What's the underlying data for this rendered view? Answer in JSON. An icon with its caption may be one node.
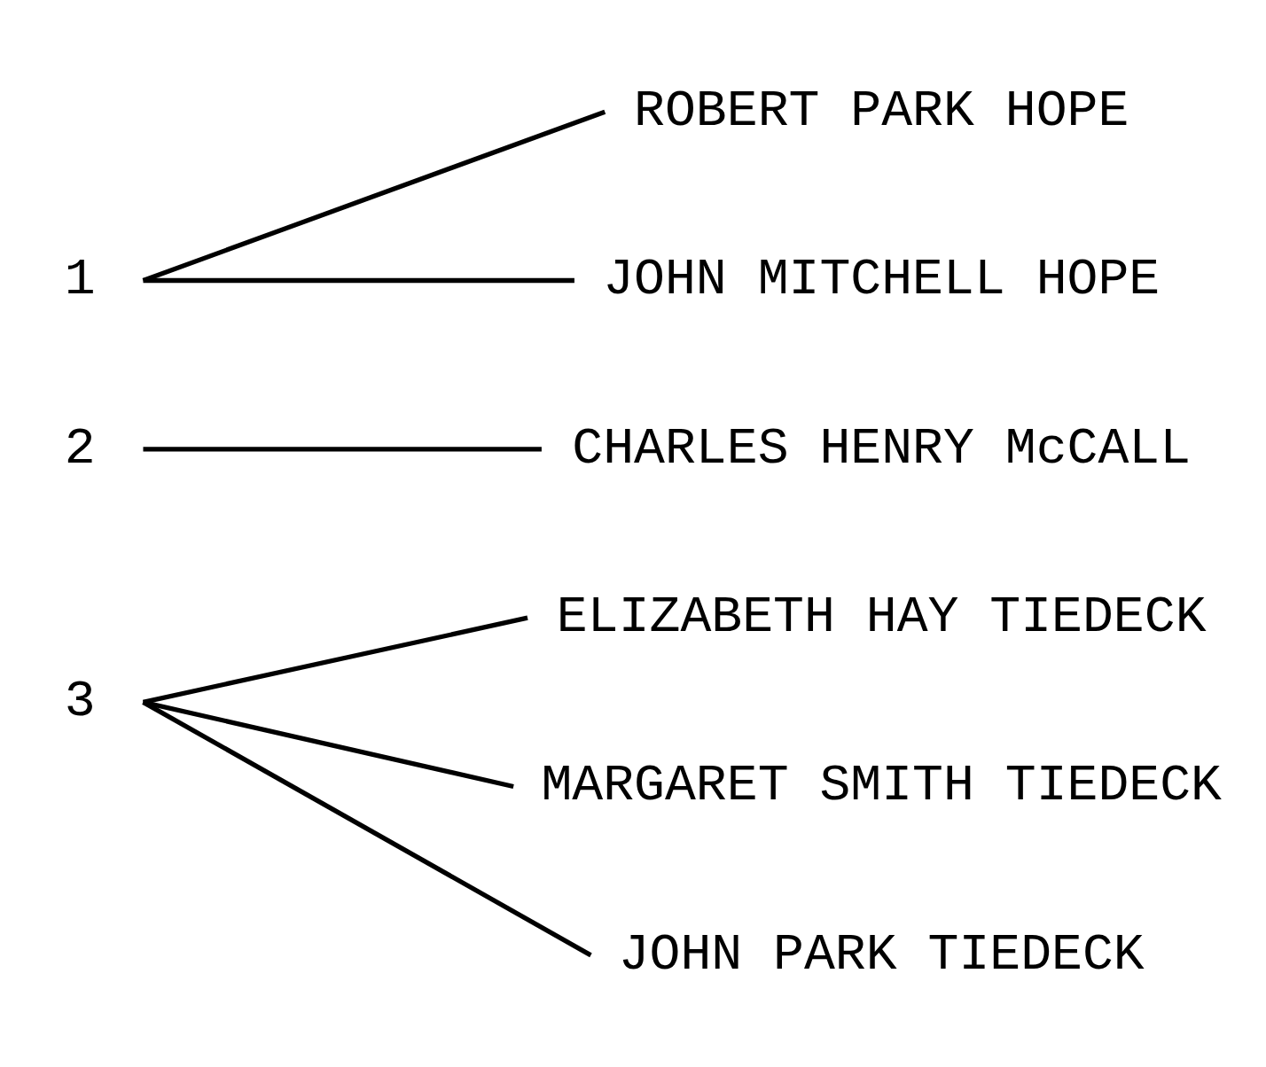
{
  "diagram": {
    "nodes": [
      {
        "text": [
          "1"
        ]
      },
      {
        "text": [
          "ROBERT PARK HOPE"
        ]
      },
      {
        "text": [
          "JOHN MITCHELL HOPE"
        ]
      },
      {
        "text": [
          "2"
        ]
      },
      {
        "text": [
          "CHARLES HENRY McCALL"
        ]
      },
      {
        "text": [
          "3"
        ]
      },
      {
        "text": [
          "ELIZABETH HAY TIEDECK"
        ]
      },
      {
        "text": [
          "MARGARET SMITH TIEDECK"
        ]
      },
      {
        "text": [
          "JOHN PARK TIEDECK"
        ]
      }
    ],
    "edges": [
      {
        "from": 0,
        "to": 1,
        "arrow": "none"
      },
      {
        "from": 0,
        "to": 2,
        "arrow": "none"
      },
      {
        "from": 3,
        "to": 4,
        "arrow": "none"
      },
      {
        "from": 5,
        "to": 6,
        "arrow": "none"
      },
      {
        "from": 5,
        "to": 7,
        "arrow": "none"
      },
      {
        "from": 5,
        "to": 8,
        "arrow": "none"
      }
    ]
  }
}
